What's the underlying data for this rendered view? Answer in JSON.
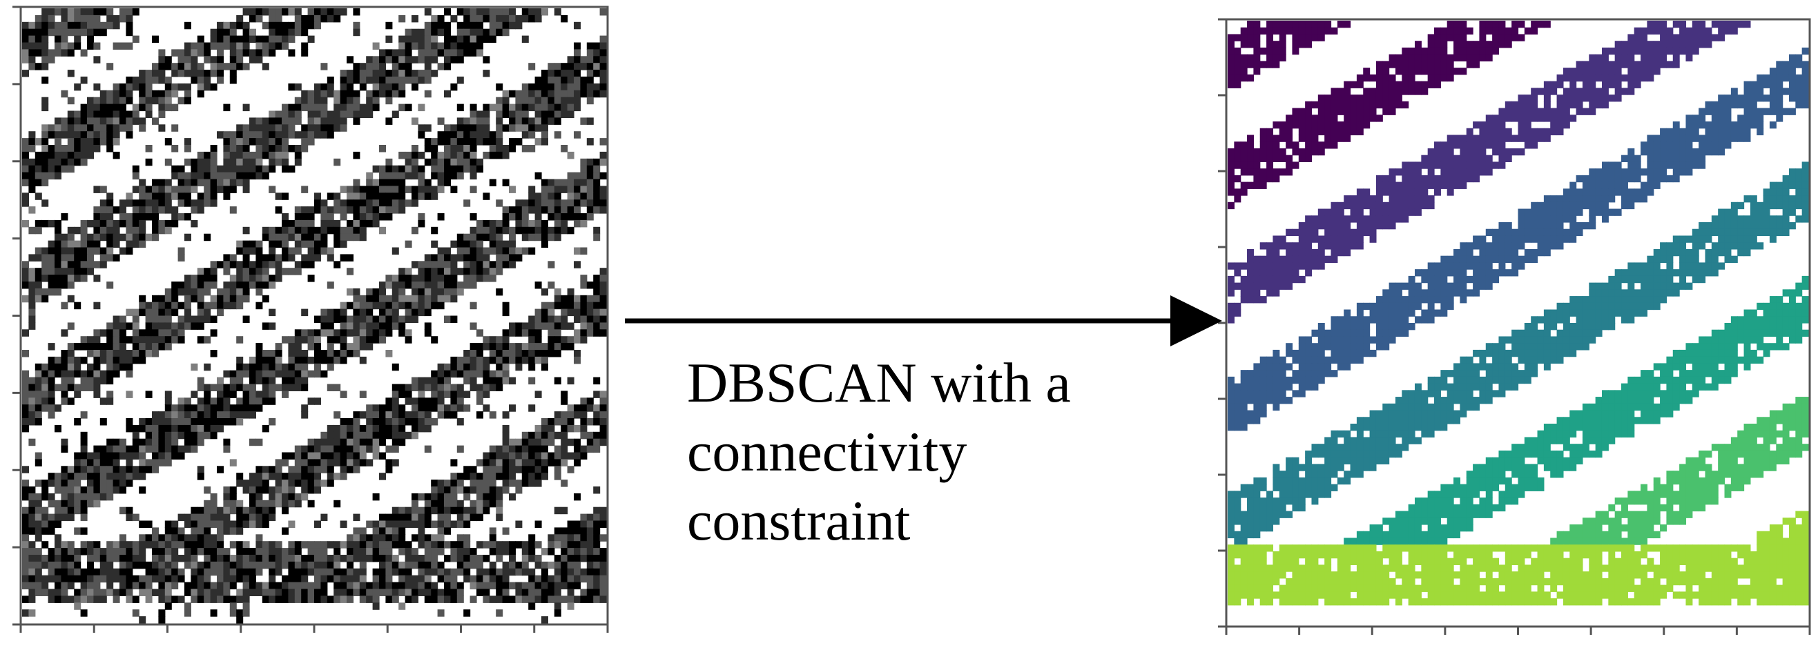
{
  "figure": {
    "caption_lines": [
      "DBSCAN with a",
      "connectivity",
      "constraint"
    ],
    "input_panel": {
      "palette": [
        "#000000",
        "#2e2e2e",
        "#555555",
        "#7e7e7e",
        "#a8a8a8",
        "#d2d2d2"
      ]
    },
    "output_panel": {
      "palette": [
        "#440154",
        "#46327e",
        "#365c8d",
        "#277f8e",
        "#1fa187",
        "#4ac16d",
        "#a0da39",
        "#fde725"
      ]
    },
    "arrow_color": "#000000"
  }
}
